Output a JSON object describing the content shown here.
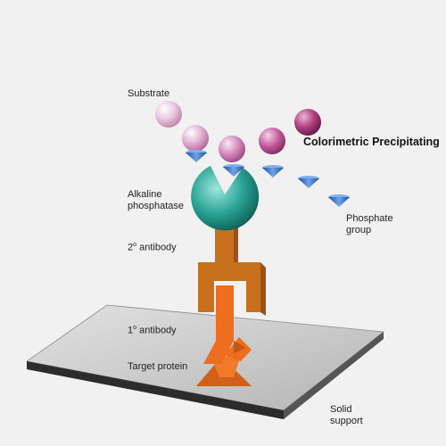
{
  "labels": {
    "substrate": "Substrate",
    "colorimetric": "Colorimetric Precipitating",
    "alkaline_line1": "Alkaline",
    "alkaline_line2": "phosphatase",
    "phosphate_line1": "Phosphate",
    "phosphate_line2": "group",
    "secondary_num": "2",
    "secondary_deg": "o",
    "secondary_word": " antibody",
    "primary_num": "1",
    "primary_deg": "o",
    "primary_word": " antibody",
    "target": "Target protein",
    "solid_line1": "Solid",
    "solid_line2": "support"
  },
  "colors": {
    "background": "#f1f1f1",
    "platform_top": "#c9c9c9",
    "enzyme": "#2a9d8f",
    "secondary_antibody": "#c9701d",
    "primary_antibody": "#ee6d1e",
    "target_protein": "#d8621c",
    "phosphate": "#2f6fc4",
    "substrate_light": "#e8c2dc",
    "substrate_dark": "#a33f7a"
  }
}
